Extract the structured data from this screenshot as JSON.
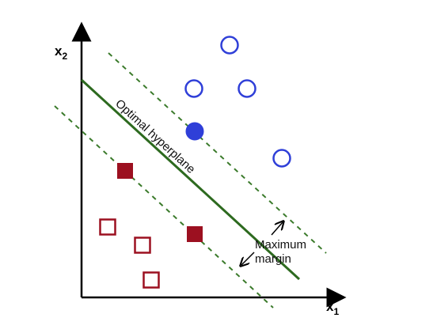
{
  "diagram": {
    "x_axis_label": "x",
    "x_axis_subscript": "1",
    "y_axis_label": "x",
    "y_axis_subscript": "2",
    "hyperplane_label": "Optimal hyperplane",
    "margin_label_line1": "Maximum",
    "margin_label_line2": "margin"
  },
  "colors": {
    "axis": "#000000",
    "hyperplane": "#2d6a1f",
    "margin": "#3a7a2a",
    "circle": "#2f3fd8",
    "square": "#9c1020"
  }
}
